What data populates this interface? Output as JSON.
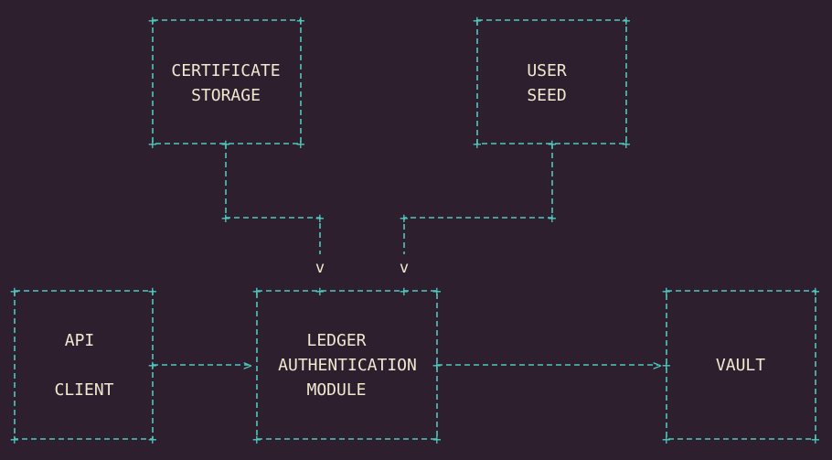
{
  "diagram": {
    "nodes": {
      "certificate_storage": {
        "line1": "CERTIFICATE",
        "line2": "STORAGE"
      },
      "user_seed": {
        "line1": "USER",
        "line2": "SEED"
      },
      "api_client": {
        "line1": "API",
        "line2": "CLIENT"
      },
      "ledger_module": {
        "line1": "LEDGER",
        "line2": "AUTHENTICATION",
        "line3": "MODULE"
      },
      "vault": {
        "line1": "VAULT"
      }
    },
    "edges": [
      {
        "from": "certificate_storage",
        "to": "ledger_module"
      },
      {
        "from": "user_seed",
        "to": "ledger_module"
      },
      {
        "from": "api_client",
        "to": "ledger_module"
      },
      {
        "from": "ledger_module",
        "to": "vault"
      }
    ],
    "arrow_glyphs": {
      "down": "v",
      "right": ">"
    },
    "corner_glyph": "+",
    "colors": {
      "background": "#2e1f2f",
      "line": "#4fc9bf",
      "text": "#f1e8cf"
    }
  }
}
